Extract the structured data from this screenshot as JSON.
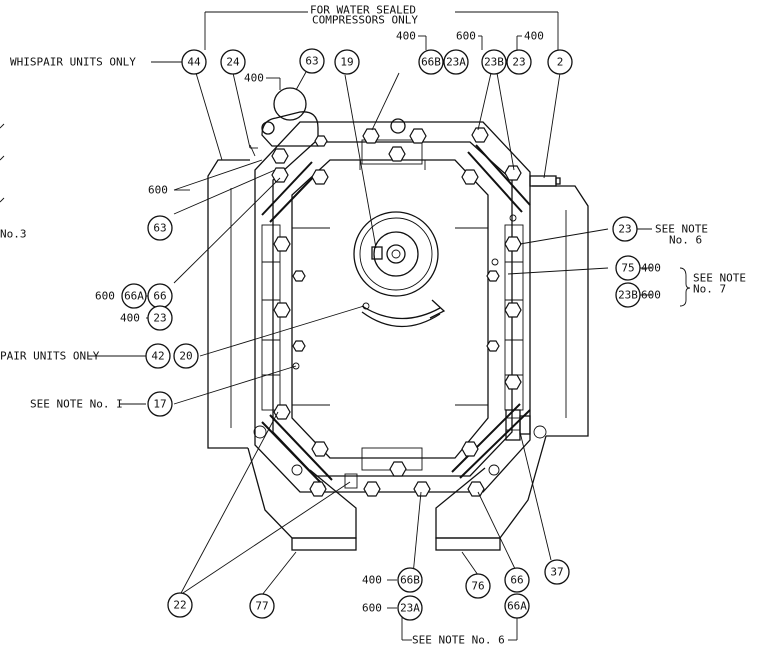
{
  "header_note": {
    "line1": "FOR WATER SEALED",
    "line2": "COMPRESSORS ONLY"
  },
  "balloons": {
    "b44": "44",
    "b24": "24",
    "b63a": "63",
    "b19": "19",
    "b66b_top": "66B",
    "b23a_top": "23A",
    "b23b_top": "23B",
    "b23_top": "23",
    "b2": "2",
    "b63b": "63",
    "b66": "66",
    "b66a": "66A",
    "b23_mid": "23",
    "b42": "42",
    "b20": "20",
    "b17": "17",
    "b23_right": "23",
    "b75": "75",
    "b23b_right": "23B",
    "b22": "22",
    "b77": "77",
    "b66b_bot": "66B",
    "b23a_bot": "23A",
    "b76": "76",
    "b66_bot": "66",
    "b66a_bot": "66A",
    "b37": "37"
  },
  "labels": {
    "whispair_top": "WHISPAIR UNITS ONLY",
    "whispair_left": "PAIR UNITS ONLY",
    "see_note_1": "SEE NOTE No. I",
    "note3": "No.3",
    "v400_63": "400",
    "v600_left": "600",
    "v600_66a": "600",
    "v400_23": "400",
    "v400_66b_top": "400",
    "v600_23a_top": "600",
    "v400_23_top": "400",
    "see_note": "SEE NOTE",
    "no6": "No. 6",
    "v400_75": "400",
    "v600_23b": "600",
    "no7": "No. 7",
    "v400_66b_bot": "400",
    "v600_23a_bot": "600",
    "see_note_6_bot": "SEE NOTE No. 6"
  }
}
